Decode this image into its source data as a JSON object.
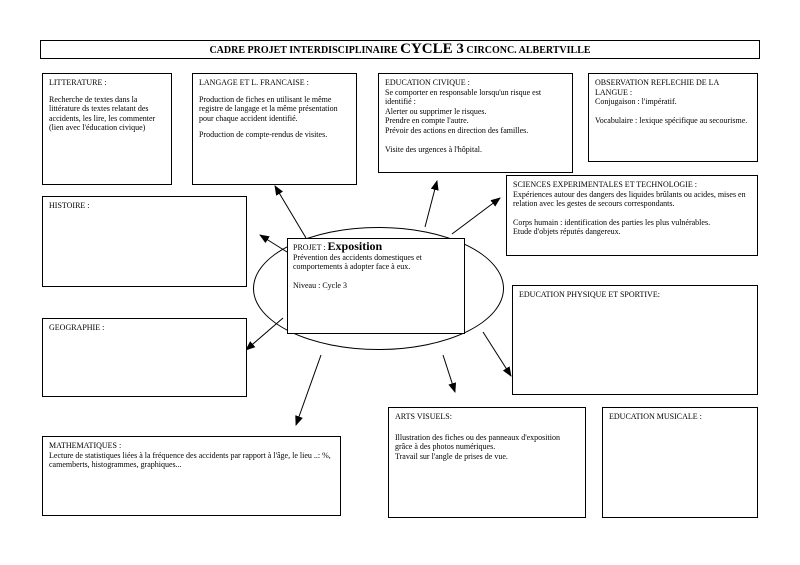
{
  "title": {
    "prefix": "CADRE PROJET INTERDISCIPLINAIRE ",
    "cycle": "CYCLE 3",
    "suffix": " CIRCONC. ALBERTVILLE"
  },
  "litterature": {
    "heading": "LITTERATURE :",
    "lines": [
      "Recherche de textes dans la littérature ds textes relatant des accidents, les lire, les commenter (lien avec l'éducation civique)"
    ]
  },
  "langage": {
    "heading": "LANGAGE ET L. FRANCAISE :",
    "p1": "Production de fiches en utilisant le même registre de langage et la même présentation pour chaque accident identifié.",
    "p2": "Production de compte-rendus de visites."
  },
  "civique": {
    "heading": "EDUCATION CIVIQUE :",
    "lines": [
      "Se comporter  en responsable lorsqu'un risque est identifié :",
      "Alerter ou supprimer le risques.",
      "Prendre en compte l'autre.",
      "Prévoir des actions en direction des familles."
    ],
    "p2": "Visite des urgences à l'hôpital."
  },
  "observation": {
    "heading": "OBSERVATION REFLECHIE DE LA LANGUE :",
    "line1": "Conjugaison : l'impératif.",
    "p2": "Vocabulaire : lexique spécifique au secourisme."
  },
  "sciences": {
    "heading": "SCIENCES EXPERIMENTALES ET TECHNOLOGIE :",
    "line1": "Expériences autour des dangers des liquides brûlants ou acides, mises en relation avec les gestes de secours correspondants.",
    "line2": "Corps humain : identification des parties les plus vulnérables.",
    "line3": "Etude d'objets réputés dangereux."
  },
  "histoire": {
    "heading": "HISTOIRE :"
  },
  "geographie": {
    "heading": "GEOGRAPHIE :"
  },
  "eps": {
    "heading": "EDUCATION PHYSIQUE ET SPORTIVE:"
  },
  "maths": {
    "heading": "MATHEMATIQUES :",
    "line1": "Lecture de statistiques liées à la fréquence des accidents par rapport à l'âge, le lieu ..: %, camemberts, histogrammes, graphiques..."
  },
  "arts": {
    "heading": "ARTS VISUELS:",
    "line1": "Illustration des fiches ou des panneaux d'exposition grâce à des photos numériques.",
    "line2": "Travail sur l'angle de prises de vue."
  },
  "musicale": {
    "heading": "EDUCATION MUSICALE :"
  },
  "projet": {
    "label": "PROJET : ",
    "name": "Exposition",
    "desc": "Prévention  des accidents domestiques et comportements à adopter face à eux.",
    "niveau": "Niveau : Cycle 3"
  }
}
